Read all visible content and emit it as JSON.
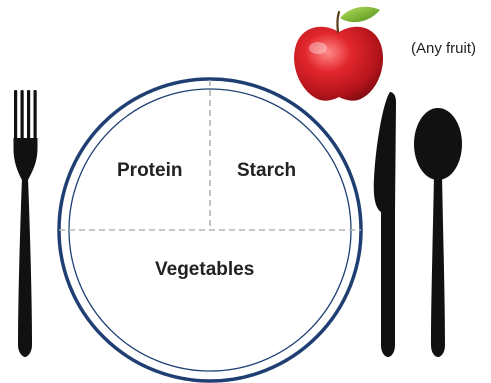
{
  "plate": {
    "sections": {
      "top_left": "Protein",
      "top_right": "Starch",
      "bottom": "Vegetables"
    },
    "rim_color": "#1f3f73",
    "divider_color": "#b3b3b3"
  },
  "fruit": {
    "note": "(Any fruit)",
    "icon": "apple-icon",
    "color": "#d3222a"
  },
  "utensils": {
    "icons": [
      "fork-icon",
      "knife-icon",
      "spoon-icon"
    ],
    "color": "#111111"
  }
}
